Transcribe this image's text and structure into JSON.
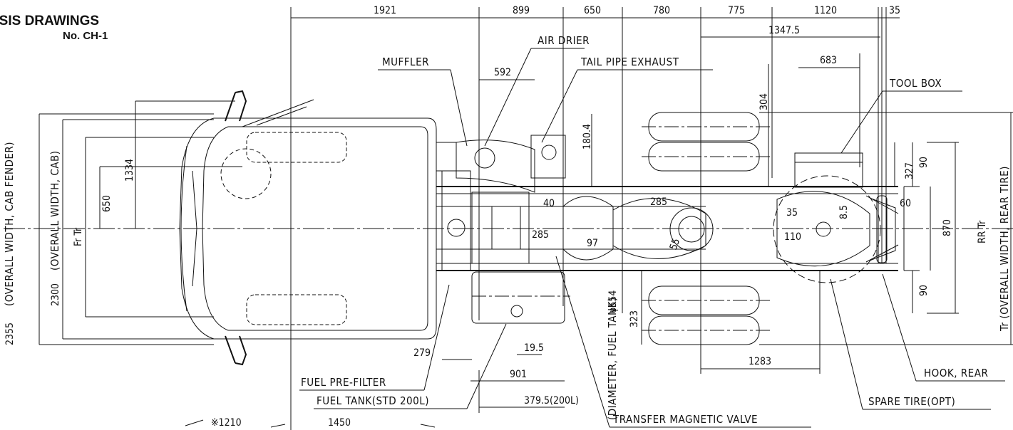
{
  "header": {
    "title": "SSIS DRAWINGS",
    "number": "No. CH-1"
  },
  "dims_top": [
    "1921",
    "899",
    "650",
    "780",
    "775",
    "1120",
    "35"
  ],
  "dims": {
    "d1347": "1347.5",
    "d683": "683",
    "d592": "592",
    "d304": "304",
    "d180": "180.4",
    "d327": "327",
    "d90a": "90",
    "d90b": "90",
    "d60": "60",
    "d40": "40",
    "d285a": "285",
    "d285b": "285",
    "d35": "35",
    "d85": "8.5",
    "d110": "110",
    "d97": "97",
    "d55": "55",
    "d870": "870",
    "d554": "φ554",
    "d323": "323",
    "d1283": "1283",
    "d279": "279",
    "d195": "19.5",
    "d901": "901",
    "d3795": "379.5(200L)",
    "d1210": "※1210",
    "d1450": "1450",
    "d1334": "1334",
    "d650": "650",
    "d2300": "2300",
    "d2355": "2355"
  },
  "labels": {
    "air_drier": "AIR DRIER",
    "muffler": "MUFFLER",
    "tail_pipe": "TAIL PIPE EXHAUST",
    "tool_box": "TOOL BOX",
    "fuel_prefilter": "FUEL PRE-FILTER",
    "fuel_tank": "FUEL TANK(STD 200L)",
    "transfer_valve": "TRANSFER MAGNETIC VALVE",
    "spare_tire": "SPARE TIRE(OPT)",
    "hook_rear": "HOOK, REAR",
    "overall_cab_fender": "(OVERALL WIDTH, CAB FENDER)",
    "overall_cab": "(OVERALL WIDTH, CAB)",
    "fr_tr": "Fr Tr",
    "rr_tr": "RR Tr",
    "tr_rear": "Tr (OVERALL WIDTH, REAR TIRE)",
    "fuel_dia": "(DIAMETER, FUEL TANK)"
  }
}
